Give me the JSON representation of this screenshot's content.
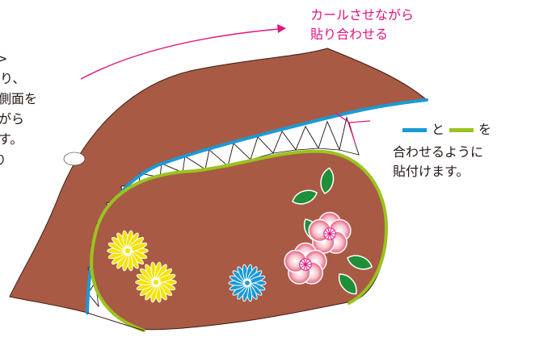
{
  "colors": {
    "paper": "#a85a45",
    "paper_edge": "#3a1d12",
    "blue_line": "#1a9ad6",
    "green_line": "#9bc31f",
    "pink_text": "#e0157f",
    "arrow": "#e0157f",
    "black_text": "#231815"
  },
  "labels": {
    "curl_line1": "カールさせながら",
    "curl_line2": "貼り合わせる",
    "legend_and": "と",
    "legend_wo": "を",
    "instruction_line1": "合わせるように",
    "instruction_line2": "貼付けます。",
    "left_clip_1": ">",
    "left_clip_2": "り、",
    "left_clip_3": "側面を",
    "left_clip_4": "がら",
    "left_clip_5": "す。",
    "left_clip_6": "り"
  },
  "icons": {
    "flowers": [
      "yellow-chrysanthemum",
      "yellow-chrysanthemum",
      "blue-chrysanthemum",
      "pink-plum-blossom",
      "pink-plum-blossom"
    ],
    "leaves": "green-leaves"
  }
}
